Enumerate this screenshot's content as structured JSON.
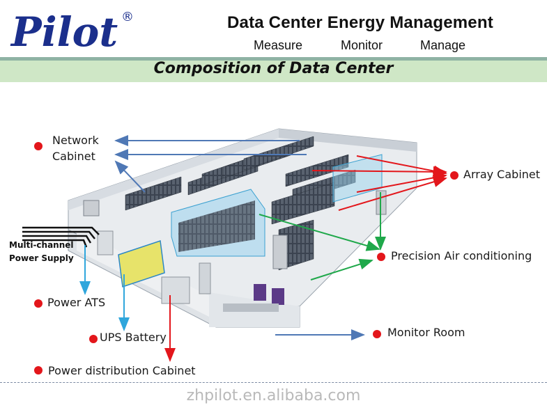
{
  "header": {
    "logo_text": "Pilot",
    "logo_mark": "®",
    "title": "Data Center Energy Management",
    "subtitles": [
      "Measure",
      "Monitor",
      "Manage"
    ]
  },
  "section_title": "Composition of Data Center",
  "labels": {
    "network_line1": "Network",
    "network_line2": "Cabinet",
    "array_cabinet": "Array Cabinet",
    "precision_air": "Precision Air conditioning",
    "multichannel_line1": "Multi-channel",
    "multichannel_line2": "Power Supply",
    "power_ats": "Power ATS",
    "ups_battery": "UPS Battery",
    "power_distribution": "Power distribution Cabinet",
    "monitor_room": "Monitor  Room"
  },
  "watermark": "zhpilot.en.alibaba.com",
  "colors": {
    "logo_blue": "#1b2f8c",
    "band_green": "#cfe7c6",
    "bullet_red": "#e3161b",
    "arrow_blue": "#4f78b5",
    "arrow_red": "#e3161b",
    "arrow_green": "#1fa84a",
    "arrow_cyan": "#2fa6dc"
  }
}
